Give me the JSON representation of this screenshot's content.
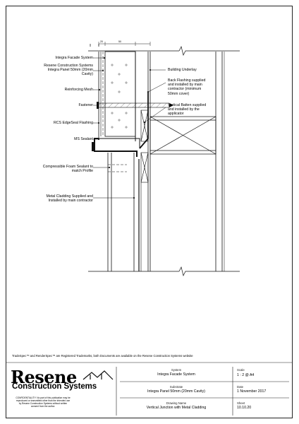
{
  "labels_left": {
    "facade_system": "Integra Facade System",
    "panel": "Resene Construction Systems\nIntegra Panel 50mm (20mm\nCavity)",
    "mesh": "Reinforcing Mesh",
    "fastener": "Fastener",
    "flashing": "RCS EdgeSeal Flashing",
    "sealant": "MS Sealant",
    "foam": "Compressible Foam Sealant to\nmatch Profile",
    "cladding": "Metal Cladding Supplied and\nInstalled by main contractor"
  },
  "labels_right": {
    "underlay": "Building Underlay",
    "back_flashing": "Back Flashing supplied\nand installed by main\ncontractor (minimum\n50mm cover)",
    "batten": "Vertical Batten supplied\nand installed by the\napplicator"
  },
  "dimensions": [
    "20",
    "50"
  ],
  "footer_note": "TradeSpec™ and RenderSpec™ are Registered Trademarks, both Documents are available on the Resene Construction Systems website",
  "title_block": {
    "logo_word": "Resene",
    "logo_sub": "Construction Systems",
    "confidentiality": "CONFIDENTIALITY: No part of this publication may be reproduced or transmitted other than the intended use by Resene Construction Systems without written consent from the author.",
    "system_caption": "System",
    "system_value": "Integra Facade System",
    "substrate_caption": "Substrate",
    "substrate_value": "Integra Panel 50mm (20mm Cavity)",
    "drawing_caption": "Drawing Name",
    "drawing_value": "Vertical Junction with Metal Cladding",
    "scale_caption": "Scale",
    "scale_value": "1 : 2 @ A4",
    "date_caption": "Date",
    "date_value": "1 November 2017",
    "sheet_caption": "Sheet",
    "sheet_value": "10.10.20"
  }
}
